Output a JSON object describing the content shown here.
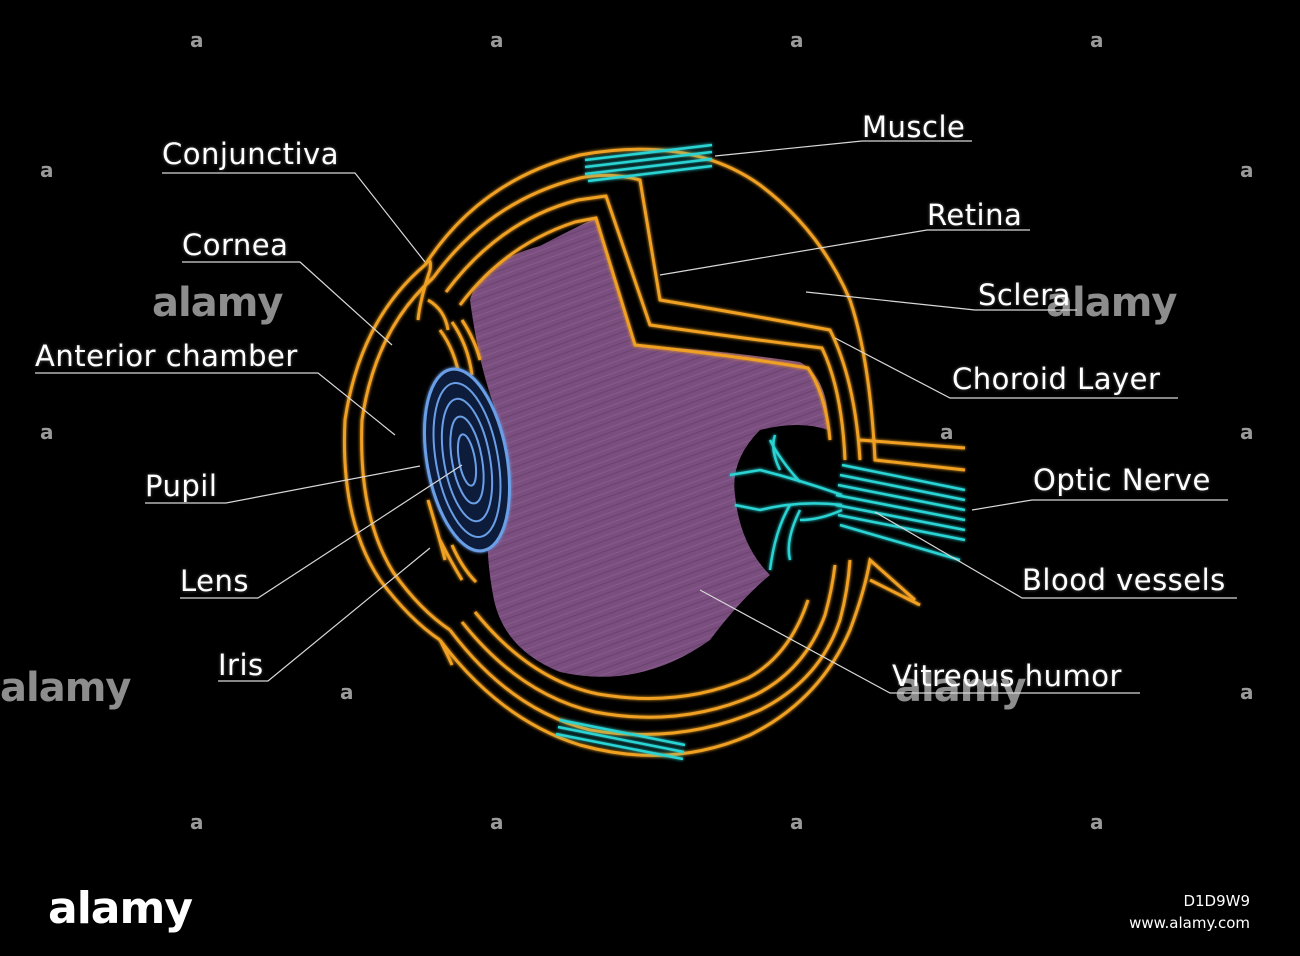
{
  "labels": {
    "conjunctiva": "Conjunctiva",
    "cornea": "Cornea",
    "anterior_chamber": "Anterior chamber",
    "pupil": "Pupil",
    "lens": "Lens",
    "iris": "Iris",
    "muscle": "Muscle",
    "retina": "Retina",
    "sclera": "Sclera",
    "choroid_layer": "Choroid Layer",
    "optic_nerve": "Optic Nerve",
    "blood_vessels": "Blood vessels",
    "vitreous_humor": "Vitreous humor"
  },
  "watermark": {
    "logo": "alamy",
    "image_id": "D1D9W9",
    "site": "www.alamy.com",
    "small_mark": "a"
  },
  "colors": {
    "background": "#000000",
    "layer_lines": "#f0a020",
    "vitreous": "#7a4e7e",
    "lens": "#5c8fd6",
    "muscle_and_nerve": "#2ad4d4",
    "label_text": "#ffffff"
  }
}
